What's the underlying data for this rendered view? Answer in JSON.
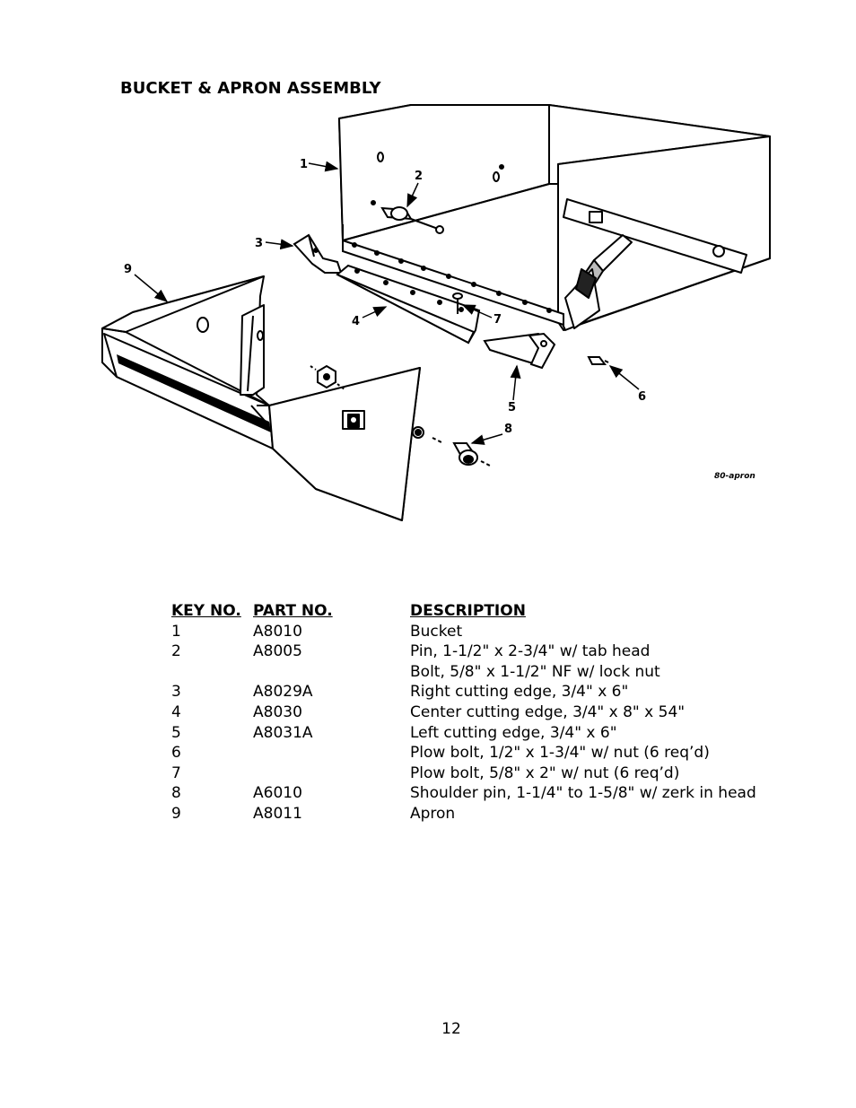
{
  "title": "BUCKET & APRON ASSEMBLY",
  "figure": {
    "code": "80-apron",
    "callouts": [
      "1",
      "2",
      "3",
      "4",
      "5",
      "6",
      "7",
      "8",
      "9"
    ]
  },
  "parts_table": {
    "headers": {
      "key": "KEY NO.",
      "part": "PART NO.",
      "description": "DESCRIPTION"
    },
    "rows": [
      {
        "key": "1",
        "part": "A8010",
        "description": "Bucket"
      },
      {
        "key": "2",
        "part": "A8005",
        "description": "Pin, 1-1/2\" x 2-3/4\" w/ tab head"
      },
      {
        "key": "",
        "part": "",
        "description": "Bolt, 5/8\" x 1-1/2\" NF w/ lock nut"
      },
      {
        "key": "3",
        "part": "A8029A",
        "description": "Right cutting edge, 3/4\" x 6\""
      },
      {
        "key": "4",
        "part": "A8030",
        "description": "Center cutting edge, 3/4\" x 8\" x 54\""
      },
      {
        "key": "5",
        "part": "A8031A",
        "description": "Left cutting edge, 3/4\" x 6\""
      },
      {
        "key": "6",
        "part": "",
        "description": "Plow bolt, 1/2\" x 1-3/4\" w/ nut (6 req’d)"
      },
      {
        "key": "7",
        "part": "",
        "description": "Plow bolt, 5/8\" x 2\" w/ nut (6 req’d)"
      },
      {
        "key": "8",
        "part": "A6010",
        "description": "Shoulder pin, 1-1/4\" to 1-5/8\" w/ zerk in head"
      },
      {
        "key": "9",
        "part": "A8011",
        "description": "Apron"
      }
    ]
  },
  "page_number": "12"
}
